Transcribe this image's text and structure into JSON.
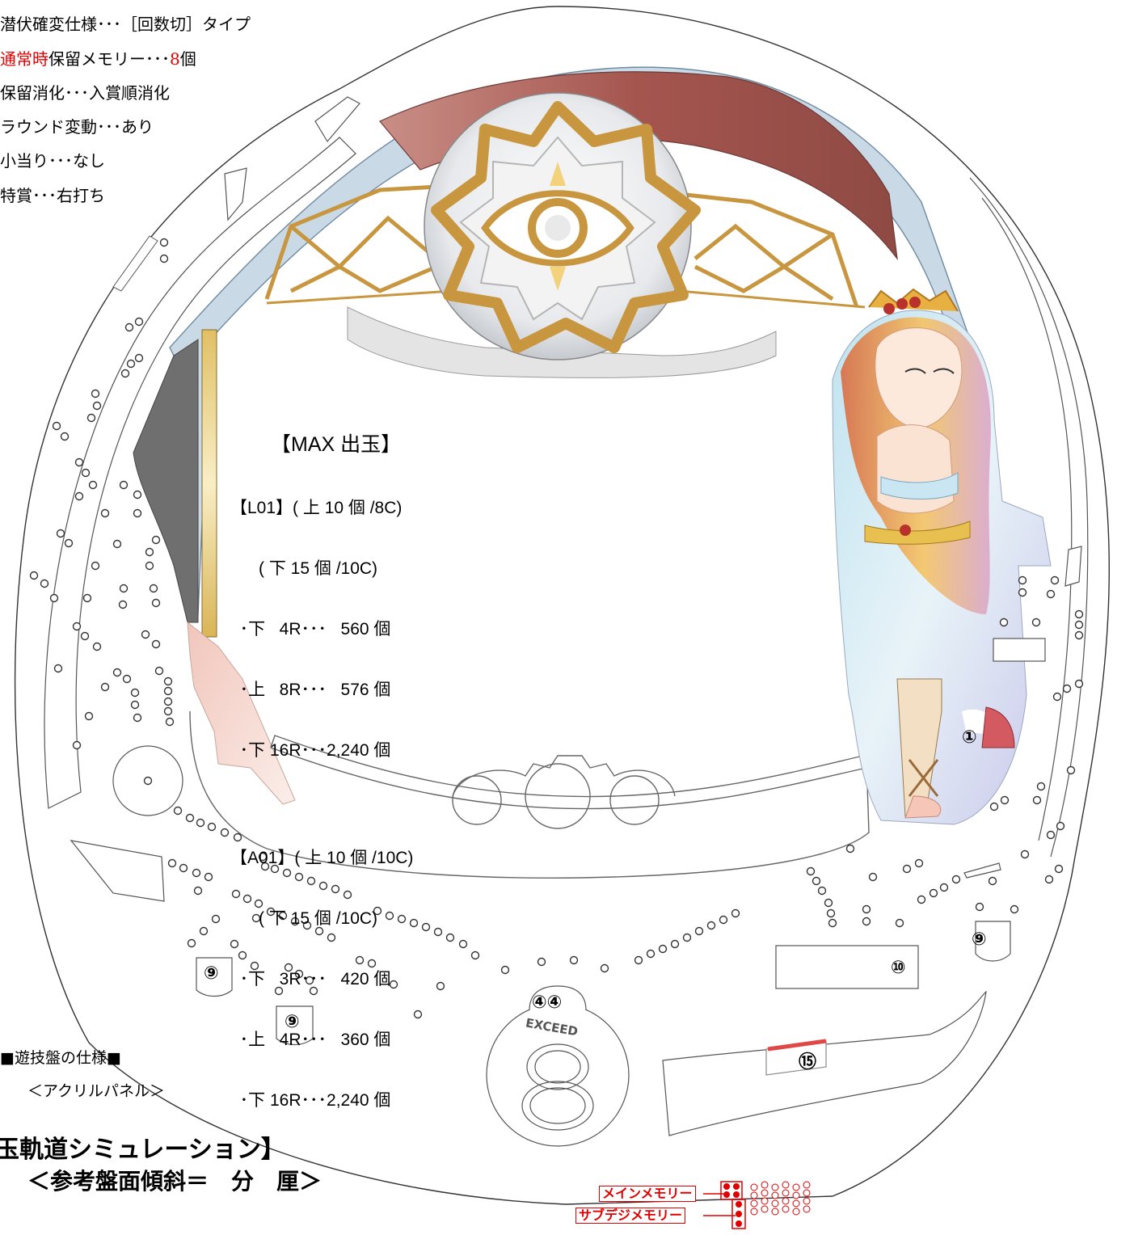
{
  "spec_lines": [
    {
      "parts": [
        {
          "text": "潜伏確変仕様･･･［回数切］タイプ",
          "red": false
        }
      ]
    },
    {
      "parts": [
        {
          "text": "通常時",
          "red": true
        },
        {
          "text": "保留メモリー･･･",
          "red": false
        },
        {
          "text": "8",
          "red": true
        },
        {
          "text": "個",
          "red": false
        }
      ]
    },
    {
      "parts": [
        {
          "text": "保留消化･･･入賞順消化",
          "red": false
        }
      ]
    },
    {
      "parts": [
        {
          "text": "ラウンド変動･･･あり",
          "red": false
        }
      ]
    },
    {
      "parts": [
        {
          "text": "小当り･･･なし",
          "red": false
        }
      ]
    },
    {
      "parts": [
        {
          "text": "特賞･･･右打ち",
          "red": false
        }
      ]
    }
  ],
  "max_payout": {
    "title": "【MAX 出玉】",
    "l01": {
      "header": "【L01】( 上 10 個 /8C)",
      "sub": "      ( 下 15 個 /10C)",
      "rows": [
        "  ･下   4R･･･   560 個",
        "  ･上   8R･･･   576 個",
        "  ･下 16R･･･2,240 個"
      ]
    },
    "a01": {
      "header": "【A01】( 上 10 個 /10C)",
      "sub": "      ( 下 15 個 /10C)",
      "rows": [
        "  ･下   3R･･･   420 個",
        "  ･上   4R･･･   360 個",
        "  ･下 16R･･･2,240 個"
      ]
    }
  },
  "board_spec": {
    "title": "■遊技盤の仕様■",
    "panel": "＜アクリルパネル＞"
  },
  "simulation": {
    "title": "玉軌道シミュレーション】",
    "slope": "＜参考盤面傾斜＝　分　厘＞"
  },
  "memory_legend": {
    "main": "メインメモリー",
    "sub": "サブデジメモリー"
  },
  "board_labels": {
    "n1": "①",
    "n4": "④④",
    "n9": "⑨",
    "n10": "⑩",
    "n15": "⑮",
    "exceed": "EXCEED"
  },
  "colors": {
    "accent_red": "#e00000",
    "eye_gold": "#c8963e",
    "rail_blue": "#c9d9e6",
    "arch_brown": "#a4554e",
    "left_dark": "#6f6f6f",
    "gold_bar": "#e8d08a",
    "pink_panel": "#f6ddd6"
  }
}
